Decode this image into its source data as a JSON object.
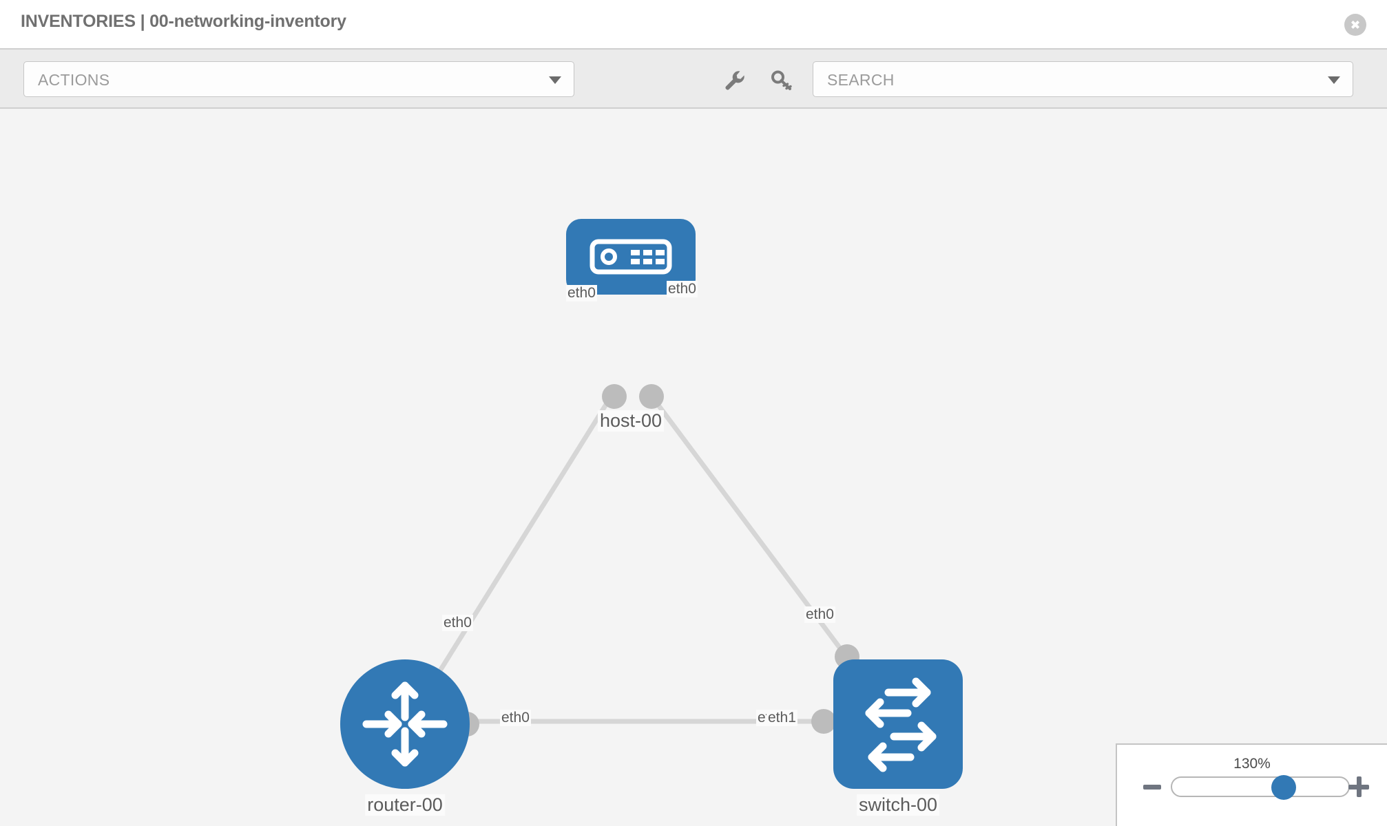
{
  "header": {
    "title": "INVENTORIES | 00-networking-inventory",
    "close_icon": "close-icon"
  },
  "toolbar": {
    "actions_label": "ACTIONS",
    "actions_caret_icon": "chevron-down-icon",
    "wrench_icon": "wrench-icon",
    "key_icon": "key-icon",
    "search_placeholder": "SEARCH",
    "search_value": "",
    "search_caret_icon": "chevron-down-icon"
  },
  "topology": {
    "nodes": [
      {
        "id": "host-00",
        "label": "host-00",
        "type": "host",
        "icon": "server-icon"
      },
      {
        "id": "router-00",
        "label": "router-00",
        "type": "router",
        "icon": "router-arrows-icon"
      },
      {
        "id": "switch-00",
        "label": "switch-00",
        "type": "switch",
        "icon": "switch-arrows-icon"
      }
    ],
    "links": [
      {
        "from": "host-00",
        "from_interface": "eth0",
        "to": "router-00",
        "to_interface": "eth0"
      },
      {
        "from": "host-00",
        "from_interface": "eth0",
        "to": "switch-00",
        "to_interface": "eth0"
      },
      {
        "from": "router-00",
        "from_interface": "eth0",
        "to": "switch-00",
        "to_interface": "eth1"
      }
    ],
    "interface_labels": {
      "host_left": "eth0",
      "host_right": "eth0",
      "router_up": "eth0",
      "switch_up": "eth0",
      "router_right": "eth0",
      "switch_left_overlap": "etl",
      "switch_left": "eth1"
    }
  },
  "zoom_control": {
    "level": "130%",
    "minus_label": "minus-icon",
    "plus_label": "plus-icon",
    "slider_position_percent": 57
  },
  "colors": {
    "node_blue": "#3279b5",
    "canvas_bg": "#f4f4f4",
    "toolbar_bg": "#ebebeb",
    "link_gray": "#d6d6d6",
    "handle_gray": "#bcbcbc",
    "text_gray": "#5b5b5b"
  }
}
